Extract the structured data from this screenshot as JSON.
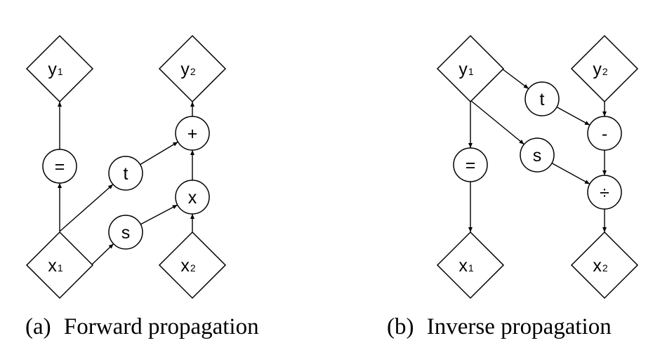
{
  "panels": [
    {
      "label": "(a)",
      "caption": "Forward propagation",
      "nodes": {
        "y1": {
          "shape": "diamond",
          "text": "y",
          "sub": "1"
        },
        "y2": {
          "shape": "diamond",
          "text": "y",
          "sub": "2"
        },
        "x1": {
          "shape": "diamond",
          "text": "x",
          "sub": "1"
        },
        "x2": {
          "shape": "diamond",
          "text": "x",
          "sub": "2"
        },
        "eq": {
          "shape": "circle",
          "text": "="
        },
        "t": {
          "shape": "circle",
          "text": "t"
        },
        "s": {
          "shape": "circle",
          "text": "s"
        },
        "plus": {
          "shape": "circle",
          "text": "+"
        },
        "mul": {
          "shape": "circle",
          "text": "x"
        }
      },
      "edges": [
        [
          "x1",
          "eq"
        ],
        [
          "eq",
          "y1"
        ],
        [
          "x1",
          "t"
        ],
        [
          "x1",
          "s"
        ],
        [
          "t",
          "plus"
        ],
        [
          "s",
          "mul"
        ],
        [
          "x2",
          "mul"
        ],
        [
          "mul",
          "plus"
        ],
        [
          "plus",
          "y2"
        ]
      ]
    },
    {
      "label": "(b)",
      "caption": "Inverse propagation",
      "nodes": {
        "y1": {
          "shape": "diamond",
          "text": "y",
          "sub": "1"
        },
        "y2": {
          "shape": "diamond",
          "text": "y",
          "sub": "2"
        },
        "x1": {
          "shape": "diamond",
          "text": "x",
          "sub": "1"
        },
        "x2": {
          "shape": "diamond",
          "text": "x",
          "sub": "2"
        },
        "eq": {
          "shape": "circle",
          "text": "="
        },
        "t": {
          "shape": "circle",
          "text": "t"
        },
        "s": {
          "shape": "circle",
          "text": "s"
        },
        "minus": {
          "shape": "circle",
          "text": "-"
        },
        "div": {
          "shape": "circle",
          "text": "÷"
        }
      },
      "edges": [
        [
          "y1",
          "t"
        ],
        [
          "y1",
          "s"
        ],
        [
          "y1",
          "eq"
        ],
        [
          "eq",
          "x1"
        ],
        [
          "t",
          "minus"
        ],
        [
          "y2",
          "minus"
        ],
        [
          "s",
          "div"
        ],
        [
          "minus",
          "div"
        ],
        [
          "div",
          "x2"
        ]
      ]
    }
  ]
}
